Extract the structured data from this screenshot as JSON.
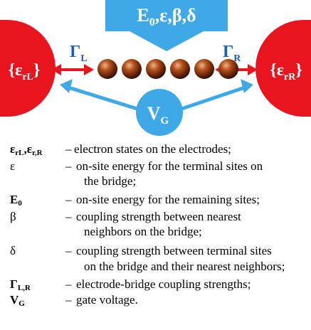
{
  "diagram": {
    "top_label": "E0,ε,β,δ",
    "top_label_main": "E",
    "top_label_sub": "0",
    "top_label_rest": ",ε,β,δ",
    "left_electrode": "{ε_rL}",
    "left_electrode_main": "{ε",
    "left_electrode_sub": "rL",
    "left_electrode_close": "}",
    "right_electrode": "{ε_rR}",
    "right_electrode_main": "{ε",
    "right_electrode_sub": "rR",
    "right_electrode_close": "}",
    "gamma_left": "Γ_L",
    "gamma_left_main": "Γ",
    "gamma_left_sub": "L",
    "gamma_right": "Γ_R",
    "gamma_right_main": "Γ",
    "gamma_right_sub": "R",
    "gate": "V_G",
    "gate_main": "V",
    "gate_sub": "G",
    "site_count": 6,
    "colors": {
      "electrode": "#e8141e",
      "gate_and_top": "#3fa9e8",
      "site": "#8a3a10",
      "arrow_red": "#e8141e",
      "arrow_blue": "#3fa9e8"
    }
  },
  "legend": [
    {
      "symbol_main": "ε",
      "symbol_sub": "rL",
      "symbol_main2": ",ε",
      "symbol_sub2": "r,R",
      "dash": "–",
      "description": "electron states on the electrodes;",
      "continuation": ""
    },
    {
      "symbol_main": "ε",
      "dash": "–",
      "description": "on-site energy for the terminal sites on",
      "continuation": "the bridge;"
    },
    {
      "symbol_main": "E",
      "symbol_sub": "0",
      "dash": "–",
      "description": "on-site energy for the remaining sites;",
      "continuation": ""
    },
    {
      "symbol_main": "β",
      "dash": "–",
      "description": "coupling strength between nearest",
      "continuation": "neighbors on the bridge;"
    },
    {
      "symbol_main": "δ",
      "dash": "–",
      "description": "coupling strength between terminal sites",
      "continuation": "on the bridge and their nearest neighbors;"
    },
    {
      "symbol_main": "Γ",
      "symbol_sub": "L,R",
      "dash": "–",
      "description": "electrode-bridge coupling  strengths;",
      "continuation": ""
    },
    {
      "symbol_main": "V",
      "symbol_sub": "G",
      "dash": "–",
      "description": "gate voltage.",
      "continuation": ""
    }
  ]
}
